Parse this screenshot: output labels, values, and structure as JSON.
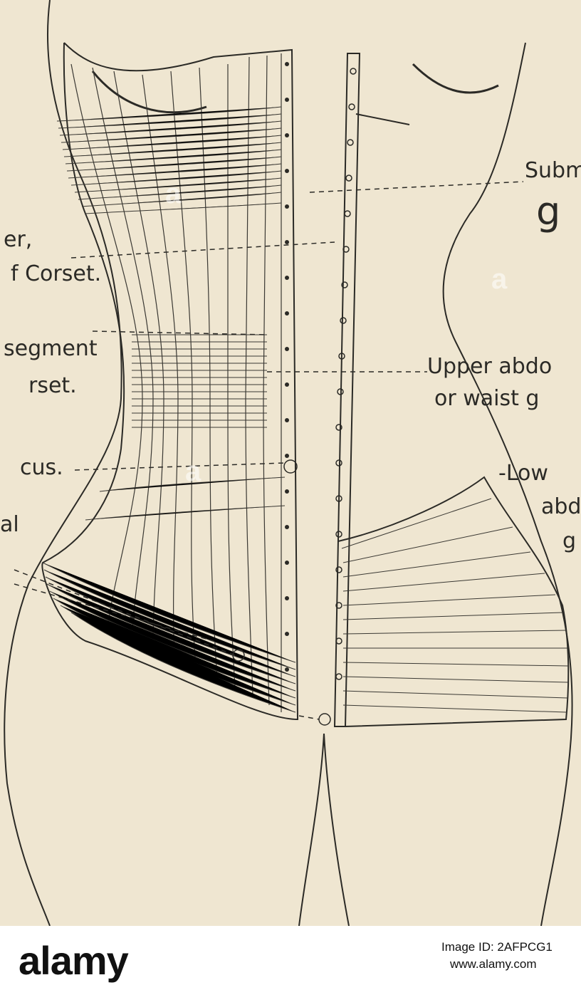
{
  "labels": {
    "submammary": "Subm",
    "submammary_g": "g",
    "upper_cut": "er,",
    "of_corset": "f Corset.",
    "segment": "segment",
    "corset": "rset.",
    "cus": "cus.",
    "al": "al",
    "lower": "-Low",
    "lower_abd": "abd",
    "lower_g": "g",
    "upper_abd": "Upper abdo",
    "waist": "or waist g"
  },
  "watermarks": {
    "a1": "a",
    "a2": "a",
    "a3": "a"
  },
  "footer": {
    "logo": "alamy",
    "stock_id": "Image ID: 2AFPCG1",
    "site": "www.alamy.com"
  }
}
